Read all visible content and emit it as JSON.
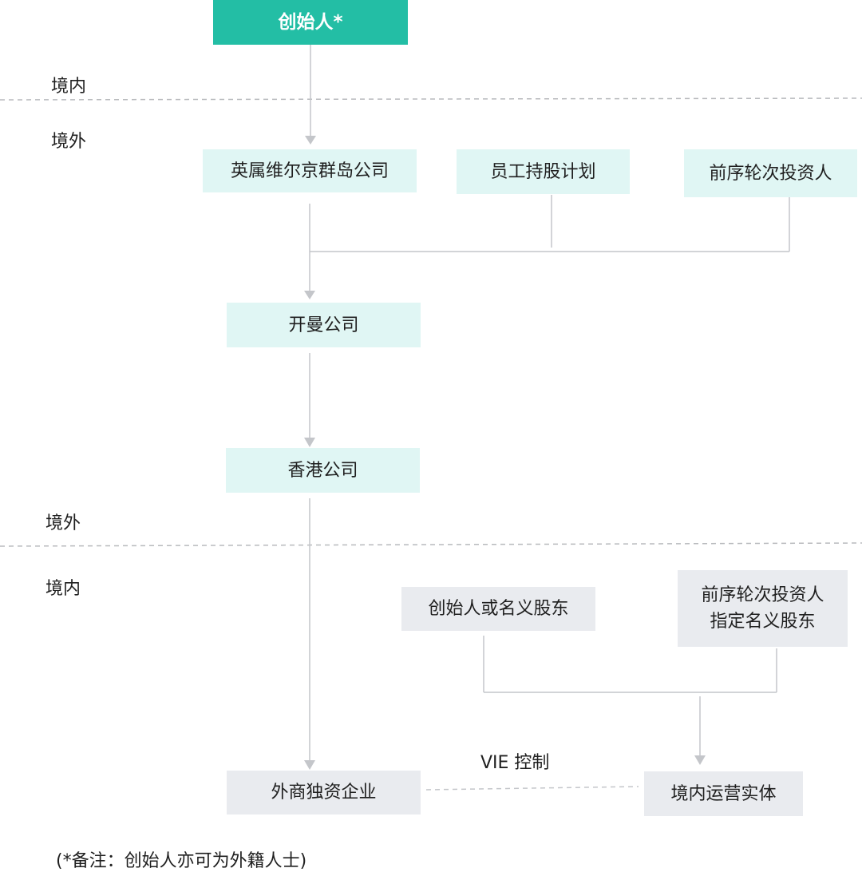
{
  "nodes": {
    "founder": "创始人*",
    "bvi": "英属维尔京群岛公司",
    "esop": "员工持股计划",
    "prior_investors": "前序轮次投资人",
    "cayman": "开曼公司",
    "hk": "香港公司",
    "nominee_founder": "创始人或名义股东",
    "nominee_investor_line1": "前序轮次投资人",
    "nominee_investor_line2": "指定名义股东",
    "wfoe": "外商独资企业",
    "opco": "境内运营实体"
  },
  "region_labels": {
    "top_domestic": "境内",
    "top_overseas": "境外",
    "mid_overseas": "境外",
    "mid_domestic": "境内"
  },
  "vie_label": "VIE 控制",
  "note": "(*备注：创始人亦可为外籍人士)",
  "colors": {
    "root_fill": "#23bea5",
    "teal_fill": "#e0f6f4",
    "gray_fill": "#e9ebef",
    "connector": "#c4c6ca",
    "divider": "#b8babd"
  }
}
